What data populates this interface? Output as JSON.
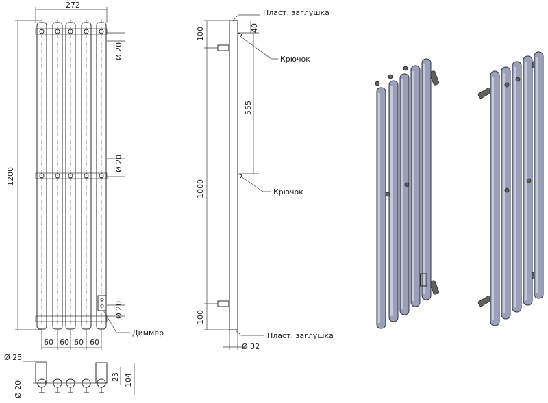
{
  "front_view": {
    "width_label": "272",
    "height_label": "1200",
    "spacing_labels": [
      "60",
      "60",
      "60",
      "60"
    ],
    "diameter_labels": [
      "Ø 20",
      "Ø 20",
      "Ø 20"
    ],
    "dimmer_label": "Диммер"
  },
  "side_view": {
    "top_cap_label": "Пласт. заглушка",
    "bottom_cap_label": "Пласт. заглушка",
    "hook_label_top": "Крючок",
    "hook_label_mid": "Крючок",
    "dim_top_offset": "100",
    "dim_40": "40",
    "dim_555": "555",
    "dim_1000": "1000",
    "dim_bottom_offset": "100",
    "diameter_label": "Ø 32"
  },
  "bottom_view": {
    "diameter_25": "Ø 25",
    "diameter_20": "Ø 20",
    "dim_23": "23",
    "dim_104": "104"
  },
  "colors": {
    "line": "#2a2a2a",
    "pipe_fill": "#9aa0b8",
    "pipe_outline": "#2f3142",
    "mount": "#606060"
  }
}
